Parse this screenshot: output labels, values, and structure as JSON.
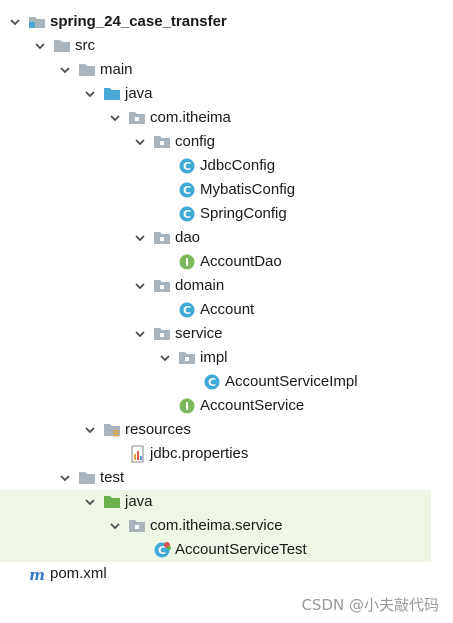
{
  "tree": [
    {
      "label": "spring_24_case_transfer",
      "depth": 0,
      "expanded": true,
      "icon": "module-folder",
      "bold": true
    },
    {
      "label": "src",
      "depth": 1,
      "expanded": true,
      "icon": "folder"
    },
    {
      "label": "main",
      "depth": 2,
      "expanded": true,
      "icon": "folder"
    },
    {
      "label": "java",
      "depth": 3,
      "expanded": true,
      "icon": "source-root"
    },
    {
      "label": "com.itheima",
      "depth": 4,
      "expanded": true,
      "icon": "package"
    },
    {
      "label": "config",
      "depth": 5,
      "expanded": true,
      "icon": "package"
    },
    {
      "label": "JdbcConfig",
      "depth": 6,
      "icon": "class"
    },
    {
      "label": "MybatisConfig",
      "depth": 6,
      "icon": "class"
    },
    {
      "label": "SpringConfig",
      "depth": 6,
      "icon": "class"
    },
    {
      "label": "dao",
      "depth": 5,
      "expanded": true,
      "icon": "package"
    },
    {
      "label": "AccountDao",
      "depth": 6,
      "icon": "interface"
    },
    {
      "label": "domain",
      "depth": 5,
      "expanded": true,
      "icon": "package"
    },
    {
      "label": "Account",
      "depth": 6,
      "icon": "class"
    },
    {
      "label": "service",
      "depth": 5,
      "expanded": true,
      "icon": "package"
    },
    {
      "label": "impl",
      "depth": 6,
      "expanded": true,
      "icon": "package"
    },
    {
      "label": "AccountServiceImpl",
      "depth": 7,
      "icon": "class"
    },
    {
      "label": "AccountService",
      "depth": 6,
      "icon": "interface"
    },
    {
      "label": "resources",
      "depth": 3,
      "expanded": true,
      "icon": "resources-root"
    },
    {
      "label": "jdbc.properties",
      "depth": 4,
      "icon": "properties-file"
    },
    {
      "label": "test",
      "depth": 2,
      "expanded": true,
      "icon": "folder"
    },
    {
      "label": "java",
      "depth": 3,
      "expanded": true,
      "icon": "test-root",
      "highlight": true
    },
    {
      "label": "com.itheima.service",
      "depth": 4,
      "expanded": true,
      "icon": "package",
      "highlight": true
    },
    {
      "label": "AccountServiceTest",
      "depth": 5,
      "icon": "test-class",
      "highlight": true
    },
    {
      "label": "pom.xml",
      "depth": 0,
      "icon": "maven-file"
    }
  ],
  "watermark": "CSDN @小夫敲代码",
  "colors": {
    "class_icon": "#3fa9d8",
    "interface_icon": "#7cb95b",
    "folder": "#a9b4bd",
    "source_root": "#4aa8d8",
    "test_root": "#6bb24a",
    "highlight_bg": "#eef6e6",
    "maven": "#3b77c8"
  }
}
